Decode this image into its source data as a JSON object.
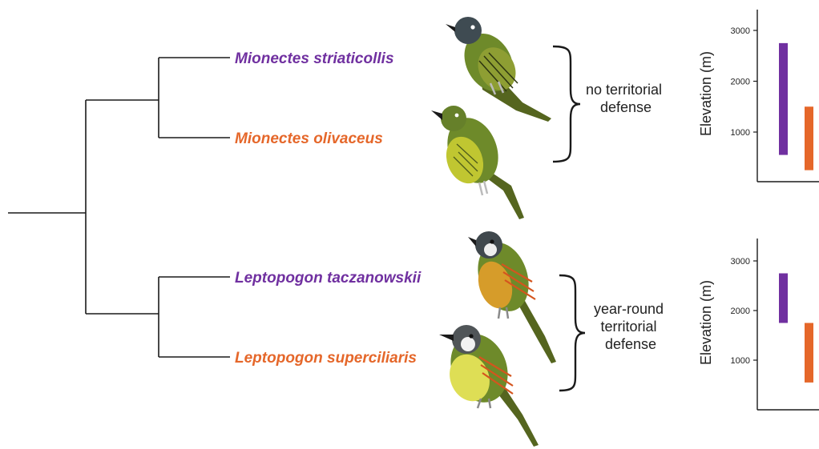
{
  "colors": {
    "purple": "#7030a0",
    "orange": "#e5672a"
  },
  "species": [
    {
      "name": "Mionectes striaticollis",
      "color": "#7030a0"
    },
    {
      "name": "Mionectes olivaceus",
      "color": "#e5672a"
    },
    {
      "name": "Leptopogon taczanowskii",
      "color": "#7030a0"
    },
    {
      "name": "Leptopogon superciliaris",
      "color": "#e5672a"
    }
  ],
  "groups": [
    {
      "label_lines": [
        "no territorial",
        "defense"
      ]
    },
    {
      "label_lines": [
        "year-round",
        "territorial",
        "defense"
      ]
    }
  ],
  "chart_data": [
    {
      "type": "bar",
      "ylabel": "Elevation (m)",
      "yticks": [
        1000,
        2000,
        3000
      ],
      "series": [
        {
          "name": "Mionectes striaticollis",
          "range": [
            550,
            2750
          ]
        },
        {
          "name": "Mionectes olivaceus",
          "range": [
            250,
            1500
          ]
        }
      ]
    },
    {
      "type": "bar",
      "ylabel": "Elevation (m)",
      "yticks": [
        1000,
        2000,
        3000
      ],
      "series": [
        {
          "name": "Leptopogon taczanowskii",
          "range": [
            1750,
            2750
          ]
        },
        {
          "name": "Leptopogon superciliaris",
          "range": [
            550,
            1750
          ]
        }
      ]
    }
  ]
}
